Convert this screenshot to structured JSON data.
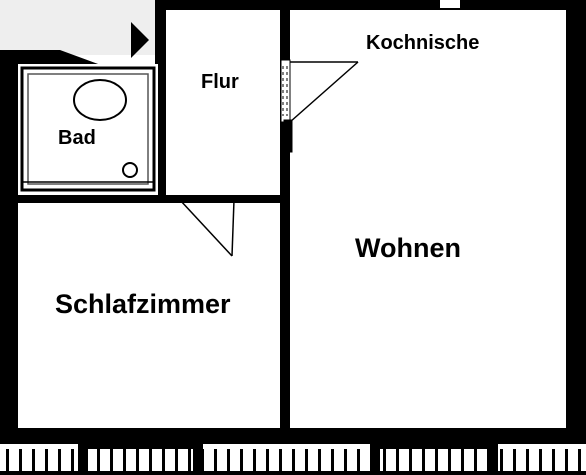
{
  "rooms": {
    "flur": "Flur",
    "bad": "Bad",
    "kochnische": "Kochnische",
    "wohnen": "Wohnen",
    "schlafzimmer": "Schlafzimmer"
  },
  "colors": {
    "wall": "#000000",
    "floor": "#ffffff",
    "shade": "#d9d9d9"
  }
}
